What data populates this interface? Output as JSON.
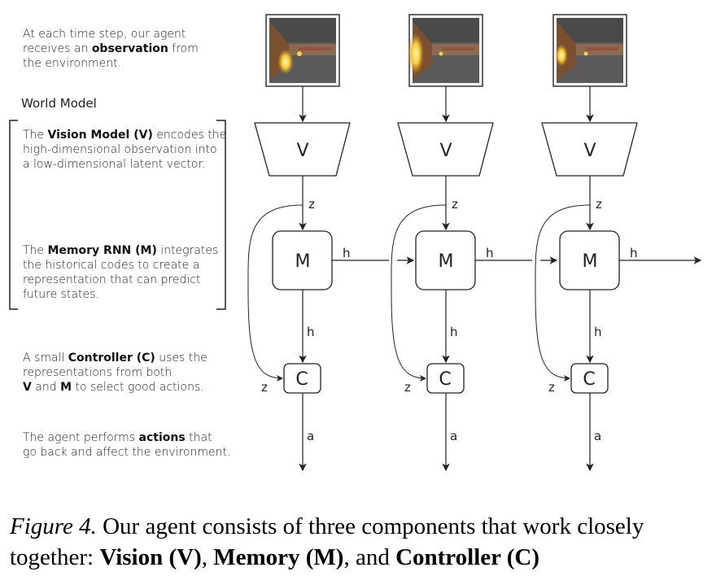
{
  "descriptions": {
    "observation": [
      "At each time step, our agent",
      "receives an ",
      "observation",
      " from",
      "the environment."
    ],
    "world_model_heading": "World Model",
    "vision": [
      "The ",
      "Vision Model (V)",
      " encodes the",
      "high-dimensional observation into",
      "a low-dimensional latent vector."
    ],
    "memory": [
      "The ",
      "Memory RNN (M)",
      " integrates",
      "the historical codes to create a",
      "representation that can predict",
      "future states."
    ],
    "controller": [
      "A small ",
      "Controller (C)",
      " uses the",
      "representations from both",
      "V",
      " and ",
      "M",
      " to select good actions."
    ],
    "actions": [
      "The agent performs ",
      "actions",
      " that",
      "go back and affect the environment."
    ]
  },
  "nodes": {
    "vision": "V",
    "memory": "M",
    "controller": "C"
  },
  "edges": {
    "z": "z",
    "h": "h",
    "a": "a"
  },
  "caption": {
    "figure": "Figure 4.",
    "text1": " Our agent consists of three components that work closely",
    "text2": "together: ",
    "vision": "Vision (V)",
    "sep1": ", ",
    "memory": "Memory (M)",
    "sep2": ", and ",
    "controller": "Controller (C)"
  }
}
